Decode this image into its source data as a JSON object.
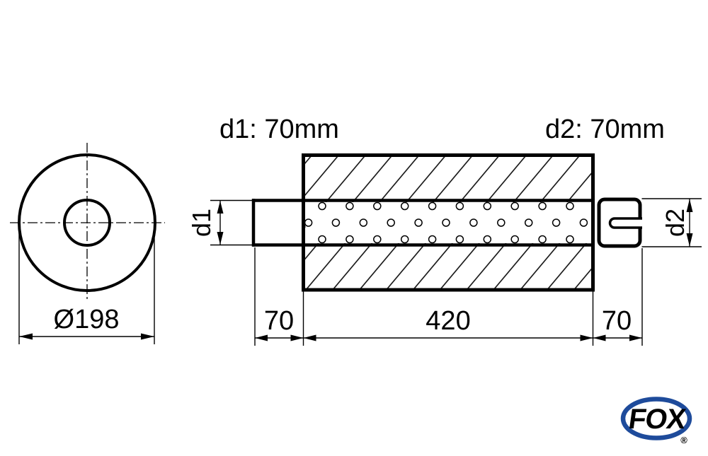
{
  "drawing": {
    "front_view": {
      "diameter_label": "Ø198"
    },
    "side_view": {
      "d1_callout": "d1: 70mm",
      "d2_callout": "d2: 70mm",
      "d1_axis_label": "d1",
      "d2_axis_label": "d2",
      "inlet_length": "70",
      "body_length": "420",
      "outlet_length": "70"
    }
  },
  "logo": {
    "brand": "FOX",
    "registered_mark": "®",
    "color": "#1e4b9b"
  },
  "colors": {
    "ink": "#000000",
    "background": "#ffffff"
  }
}
